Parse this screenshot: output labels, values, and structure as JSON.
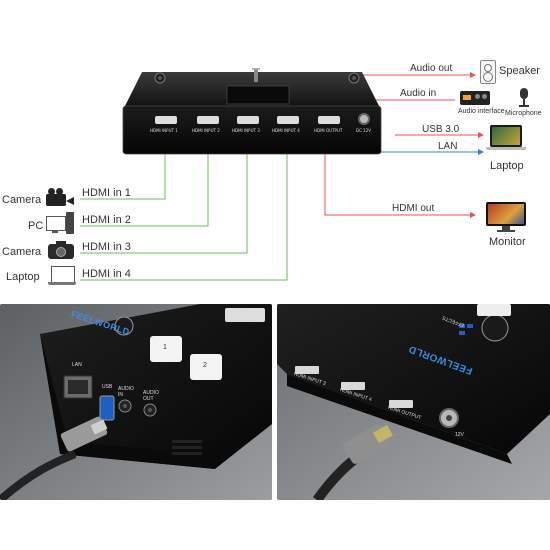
{
  "labels": {
    "audio_out": "Audio out",
    "audio_in": "Audio in",
    "usb": "USB 3.0",
    "lan": "LAN",
    "hdmi_out": "HDMI out",
    "hdmi_in_1": "HDMI in 1",
    "hdmi_in_2": "HDMI in 2",
    "hdmi_in_3": "HDMI in 3",
    "hdmi_in_4": "HDMI in 4"
  },
  "devices": {
    "speaker": "Speaker",
    "audio_interface": "Audio interface",
    "microphone": "Microphone",
    "laptop_right": "Laptop",
    "monitor": "Monitor",
    "camera_1": "Camera",
    "pc": "PC",
    "camera_3": "Camera",
    "laptop_left": "Laptop"
  },
  "ports_top": [
    "HDMI INPUT 1",
    "HDMI INPUT 2",
    "HDMI INPUT 3",
    "HDMI INPUT 4",
    "HDMI OUTPUT",
    "DC 12V"
  ],
  "photo_left": {
    "brand": "FEELWORLD",
    "lan": "LAN",
    "usb": "USB",
    "audio_in": "AUDIO IN",
    "audio_out": "AUDIO OUT",
    "key_1": "1",
    "key_2": "2"
  },
  "photo_right": {
    "brand": "FEELWORLD",
    "effects": "EFFECTS",
    "hdmi_input_3": "HDMI INPUT 3",
    "hdmi_input_4": "HDMI INPUT 4",
    "hdmi_output": "HDMI OUTPUT",
    "dc": "12V"
  },
  "colors": {
    "red_line": "#e05555",
    "green_line": "#6abf5a",
    "blue_line": "#2f7fd1"
  }
}
